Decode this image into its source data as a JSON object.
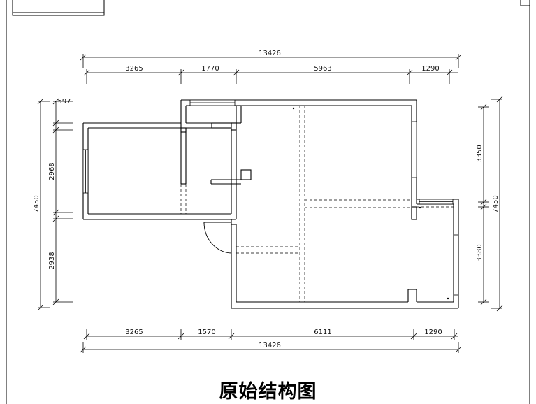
{
  "drawing": {
    "title": "原始结构图",
    "top_dims": {
      "total": "13426",
      "segments": [
        "3265",
        "1770",
        "5963",
        "1290"
      ]
    },
    "bottom_dims": {
      "total": "13426",
      "segments": [
        "3265",
        "1570",
        "6111",
        "1290"
      ]
    },
    "left_dims": {
      "total": "7450",
      "segments": [
        "597",
        "2968",
        "2938"
      ]
    },
    "right_dims": {
      "total": "7450",
      "segments": [
        "3350",
        "3380"
      ]
    }
  }
}
